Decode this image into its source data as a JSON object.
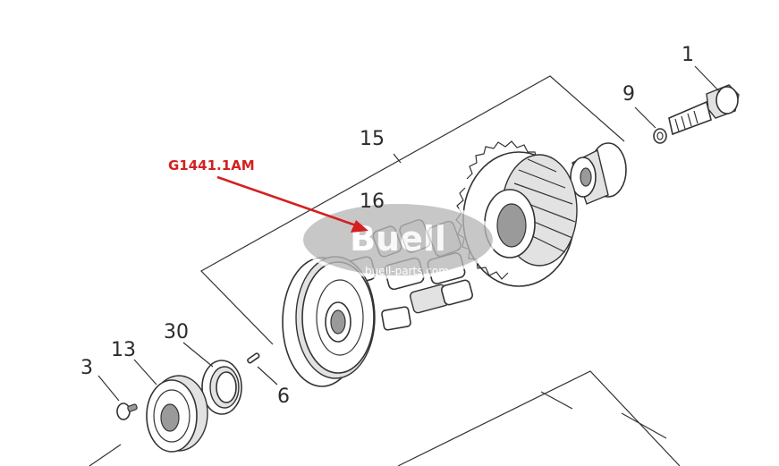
{
  "diagram": {
    "callouts": [
      "1",
      "9",
      "15",
      "16",
      "13",
      "30",
      "3",
      "6"
    ],
    "reference_label": "G1441.1AM",
    "arrow_color": "#d42020"
  },
  "watermark": {
    "brand": "Buell",
    "site": "buell-parts.com"
  }
}
